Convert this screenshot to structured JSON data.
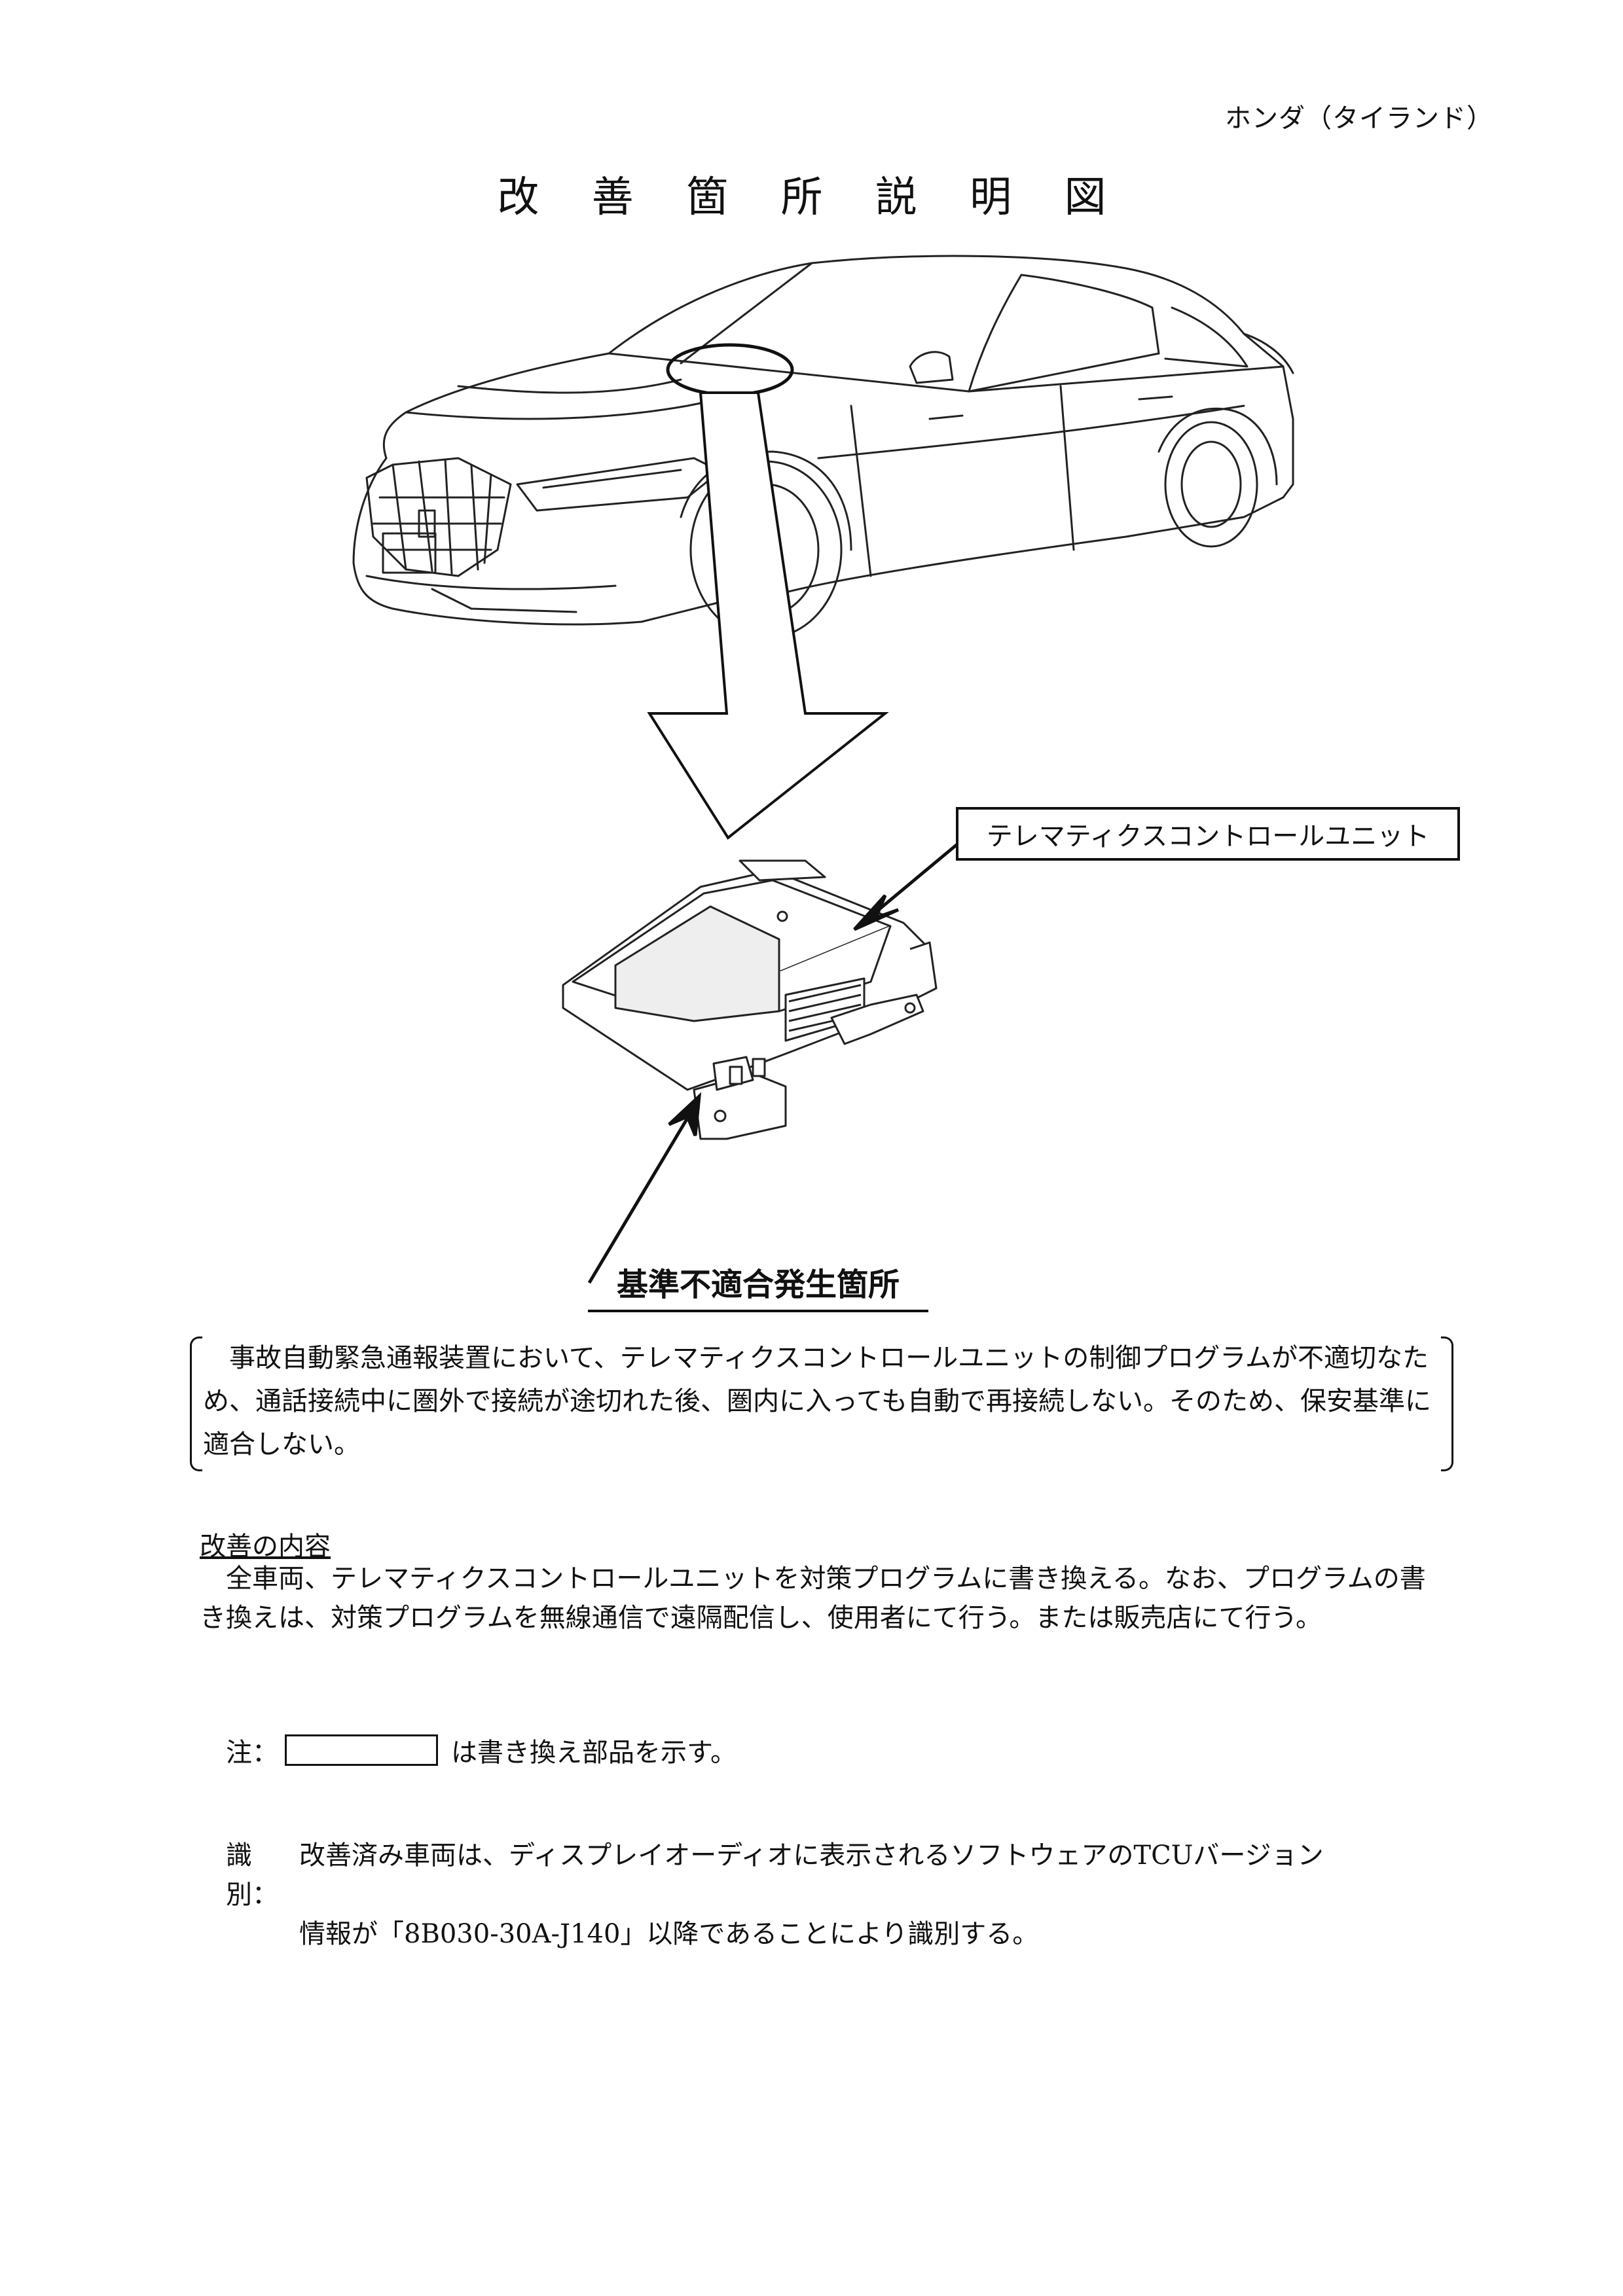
{
  "header": {
    "company": "ホンダ（タイランド）",
    "title": "改 善 箇 所 説 明 図"
  },
  "illustration": {
    "part_label": "テレマティクスコントロールユニット",
    "fault_location_label": "基準不適合発生箇所"
  },
  "defect": {
    "text": "　事故自動緊急通報装置において、テレマティクスコントロールユニットの制御プログラムが不適切なため、通話接続中に圏外で接続が途切れた後、圏内に入っても自動で再接続しない。そのため、保安基準に適合しない。"
  },
  "remedy": {
    "heading": "改善の内容",
    "text": "　全車両、テレマティクスコントロールユニットを対策プログラムに書き換える。なお、プログラムの書き換えは、対策プログラムを無線通信で遠隔配信し、使用者にて行う。または販売店にて行う。"
  },
  "note": {
    "prefix": "注：",
    "suffix": "は書き換え部品を示す。"
  },
  "identification": {
    "label": "識別：",
    "line1": "改善済み車両は、ディスプレイオーディオに表示されるソフトウェアのTCUバージョン",
    "line2": "情報が「8B030-30A-J140」以降であることにより識別する。"
  }
}
